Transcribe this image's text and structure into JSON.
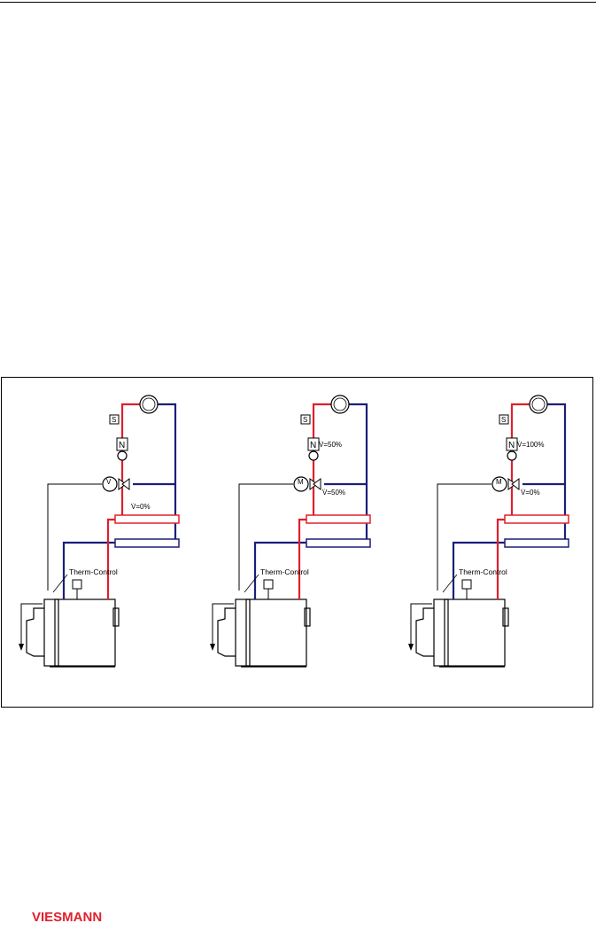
{
  "colors": {
    "flow": "#e0202c",
    "return": "#1a1f7a",
    "line": "#000000"
  },
  "panels": [
    {
      "pump_letter": "N",
      "flow_rate": "",
      "valve_letter": "V",
      "bypass_rate": "V̇=0%",
      "control_label": "Therm-Control",
      "sensor_letter": "S"
    },
    {
      "pump_letter": "N",
      "flow_rate": "V̇=50%",
      "valve_letter": "M",
      "bypass_rate": "V̇=50%",
      "control_label": "Therm-Control",
      "sensor_letter": "S"
    },
    {
      "pump_letter": "N",
      "flow_rate": "V̇=100%",
      "valve_letter": "M",
      "bypass_rate": "V̇=0%",
      "control_label": "Therm-Control",
      "sensor_letter": "S"
    }
  ],
  "footer": {
    "logo_text": "VIESMANN",
    "logo_icon": "viessmann-logo-icon"
  }
}
